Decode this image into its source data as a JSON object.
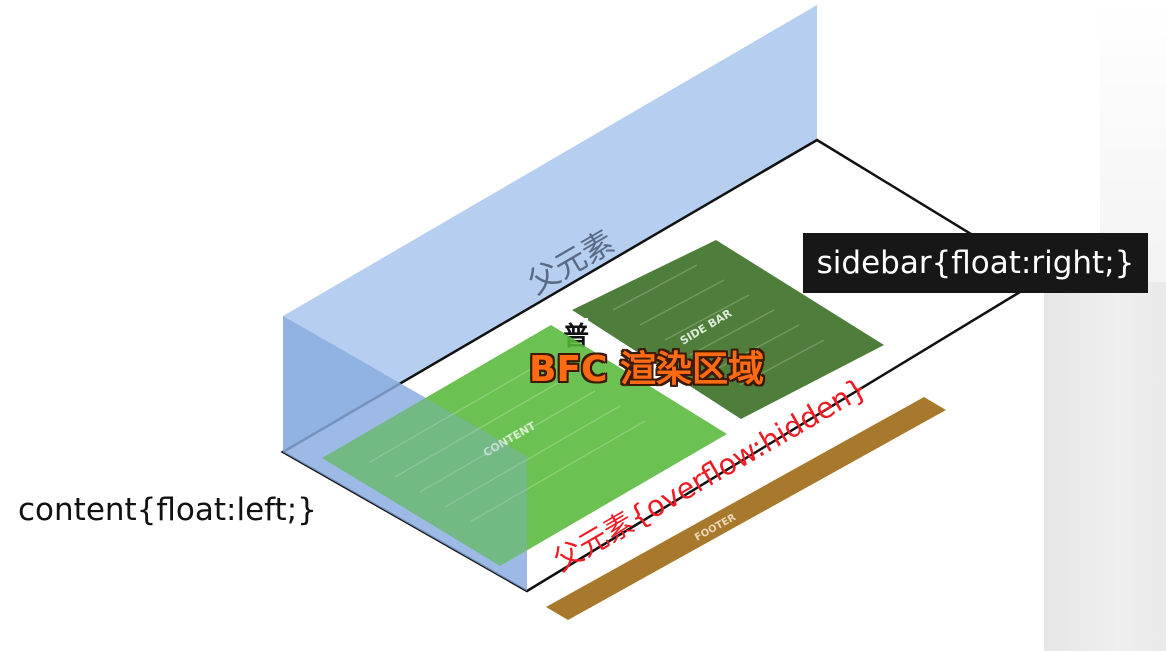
{
  "diagram": {
    "parent_label": "父元素",
    "parent_overflow_label": "父元素{overflow:hidden}",
    "bfc_label": "BFC 渲染区域",
    "content_block_label": "CONTENT",
    "sidebar_block_label": "SIDE BAR",
    "footer_block_label": "FOOTER",
    "content_rule": "content{float:left;}",
    "sidebar_rule": "sidebar{float:right;}",
    "partial_glyph": "普"
  },
  "colors": {
    "parent_wall": "#a9c6ec",
    "content_green": "#56b83a",
    "sidebar_green": "#4f7d3c",
    "footer_brown": "#a8792c",
    "overflow_text_red": "#ee1c24",
    "bfc_text_orange": "#ff6a13",
    "rule_tag_bg": "#171717"
  }
}
